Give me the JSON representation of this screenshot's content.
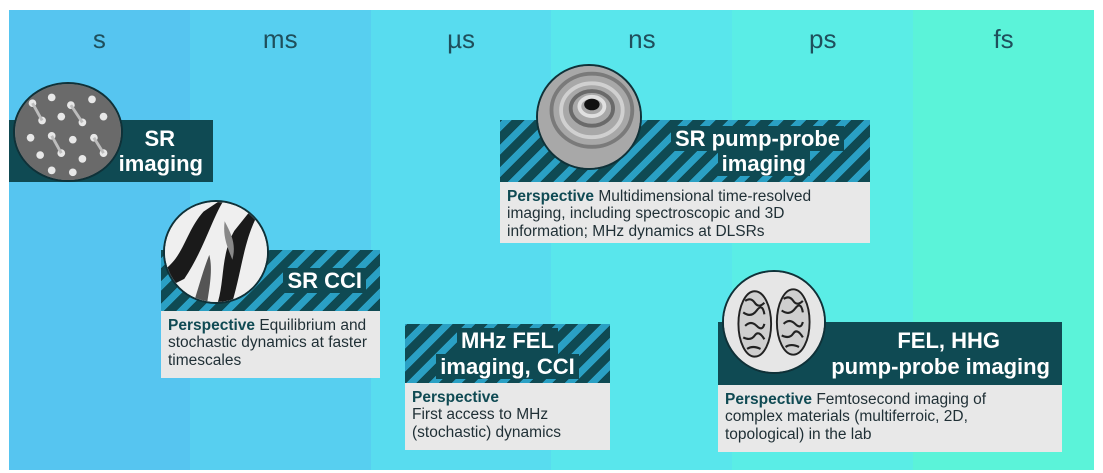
{
  "timescales": [
    {
      "label": "s",
      "color": "#56c5f0"
    },
    {
      "label": "ms",
      "color": "#57cff0"
    },
    {
      "label": "µs",
      "color": "#58dcef"
    },
    {
      "label": "ns",
      "color": "#59e6ec"
    },
    {
      "label": "ps",
      "color": "#5aede6"
    },
    {
      "label": "fs",
      "color": "#5bf3d9"
    }
  ],
  "cards": {
    "sr_imaging": {
      "title_line1": "SR",
      "title_line2": "imaging"
    },
    "sr_cci": {
      "title": "SR CCI",
      "perspective_label": "Perspective",
      "perspective_text": "Equilibrium and stochastic dynamics at faster timescales"
    },
    "mhz_fel": {
      "title_line1": "MHz FEL",
      "title_line2": "imaging, CCI",
      "perspective_label": "Perspective",
      "perspective_text": "First access to MHz (stochastic) dynamics"
    },
    "sr_pump_probe": {
      "title_line1": "SR pump-probe",
      "title_line2": "imaging",
      "perspective_label": "Perspective",
      "perspective_text": "Multidimensional time-resolved imaging, including spectroscopic and 3D information; MHz dynamics at DLSRs"
    },
    "fel_hhg": {
      "title_line1": "FEL, HHG",
      "title_line2": "pump-probe imaging",
      "perspective_label": "Perspective",
      "perspective_text": "Femtosecond imaging of complex materials (multiferroic, 2D, topological) in the lab"
    }
  },
  "colors": {
    "title_bar": "#0f4a53",
    "stripe": "#2aa0c4",
    "perspective_bg": "#e8e8e8"
  }
}
